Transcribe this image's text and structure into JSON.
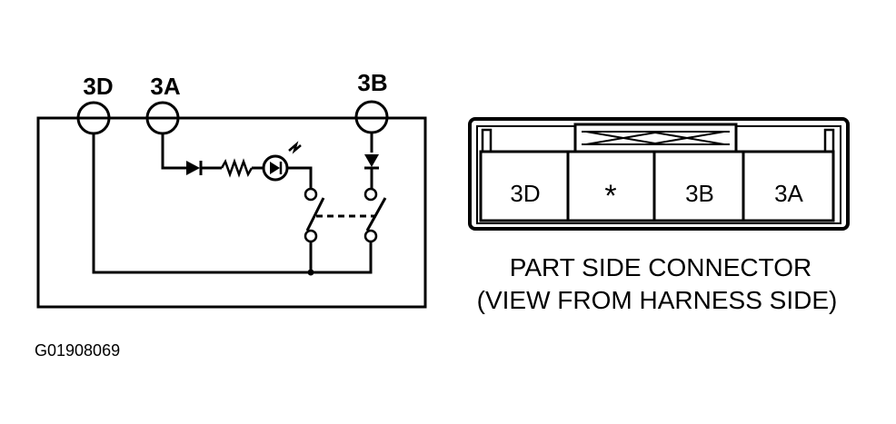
{
  "schematic": {
    "terminals": {
      "t3d": "3D",
      "t3a": "3A",
      "t3b": "3B"
    }
  },
  "connector": {
    "cells": [
      "3D",
      "*",
      "3B",
      "3A"
    ],
    "caption_line1": "PART SIDE CONNECTOR",
    "caption_line2": "(VIEW FROM HARNESS SIDE)"
  },
  "figure_code": "G01908069"
}
